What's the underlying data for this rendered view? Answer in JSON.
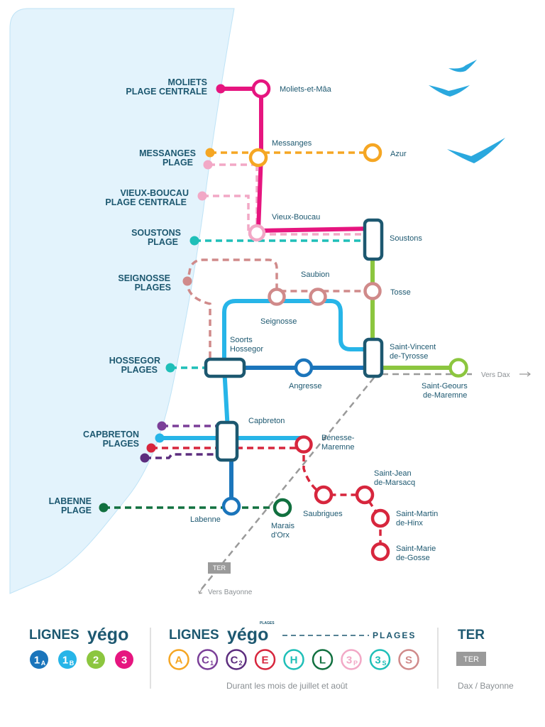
{
  "beaches": {
    "moliets": [
      "MOLIETS",
      "PLAGE CENTRALE"
    ],
    "messanges": [
      "MESSANGES",
      "PLAGE"
    ],
    "vieux_boucau": [
      "VIEUX-BOUCAU",
      "PLAGE CENTRALE"
    ],
    "soustons": [
      "SOUSTONS",
      "PLAGE"
    ],
    "seignosse": [
      "SEIGNOSSE",
      "PLAGES"
    ],
    "hossegor": [
      "HOSSEGOR",
      "PLAGES"
    ],
    "capbreton": [
      "CAPBRETON",
      "PLAGES"
    ],
    "labenne": [
      "LABENNE",
      "PLAGE"
    ]
  },
  "stations": {
    "moliets_et_maa": "Moliets-et-Mâa",
    "messanges": "Messanges",
    "azur": "Azur",
    "vieux_boucau": "Vieux-Boucau",
    "soustons": "Soustons",
    "saubion": "Saubion",
    "tosse": "Tosse",
    "seignosse": "Seignosse",
    "soorts_hossegor": [
      "Soorts",
      "Hossegor"
    ],
    "saint_vincent": [
      "Saint-Vincent",
      "de-Tyrosse"
    ],
    "angresse": "Angresse",
    "saint_geours": [
      "Saint-Geours",
      "de-Maremne"
    ],
    "capbreton": "Capbreton",
    "benesse": [
      "Bénesse-",
      "Maremne"
    ],
    "saint_jean": [
      "Saint-Jean",
      "de-Marsacq"
    ],
    "saubrigues": "Saubrigues",
    "saint_martin": [
      "Saint-Martin",
      "de-Hinx"
    ],
    "labenne": "Labenne",
    "marais_dorx": [
      "Marais",
      "d'Orx"
    ],
    "saint_marie": [
      "Saint-Marie",
      "de-Gosse"
    ]
  },
  "directions": {
    "vers_dax": "Vers Dax",
    "vers_bayonne": "Vers Bayonne",
    "ter_label": "TER"
  },
  "legend": {
    "lignes_title": "LIGNES",
    "brand": "yégo",
    "plages_brand_super": "PLAGES",
    "plages_label": "PLAGES",
    "ter_title": "TER",
    "ter_box": "TER",
    "summer_note": "Durant les mois de juillet et août",
    "ter_note": "Dax / Bayonne",
    "main_lines": [
      {
        "label": "1",
        "sub": "A",
        "color": "#1b75bb"
      },
      {
        "label": "1",
        "sub": "B",
        "color": "#27b5e8"
      },
      {
        "label": "2",
        "sub": "",
        "color": "#8cc63f"
      },
      {
        "label": "3",
        "sub": "",
        "color": "#e6157f"
      }
    ],
    "beach_lines": [
      {
        "label": "A",
        "sub": "",
        "color": "#f5a623"
      },
      {
        "label": "C",
        "sub": "1",
        "color": "#7b3f98"
      },
      {
        "label": "C",
        "sub": "2",
        "color": "#5c2d7e"
      },
      {
        "label": "E",
        "sub": "",
        "color": "#d7263d"
      },
      {
        "label": "H",
        "sub": "",
        "color": "#1fbfb8"
      },
      {
        "label": "L",
        "sub": "",
        "color": "#11703f"
      },
      {
        "label": "3",
        "sub": "P",
        "color": "#f2a8c6"
      },
      {
        "label": "3",
        "sub": "S",
        "color": "#1fbfb8"
      },
      {
        "label": "S",
        "sub": "",
        "color": "#d08a8a"
      }
    ]
  },
  "colors": {
    "navy": "#1d5870",
    "ocean": "#e3f3fc",
    "line_1a": "#1b75bb",
    "line_1b": "#27b5e8",
    "line_2": "#8cc63f",
    "line_3": "#e6157f",
    "beach_a": "#f5a623",
    "beach_e": "#d7263d",
    "beach_l": "#11703f",
    "beach_3p": "#f2a8c6",
    "beach_3s": "#1fbfb8",
    "beach_s": "#d08a8a",
    "beach_c1": "#7b3f98",
    "beach_c2": "#5c2d7e",
    "ter": "#9a9a9a"
  }
}
